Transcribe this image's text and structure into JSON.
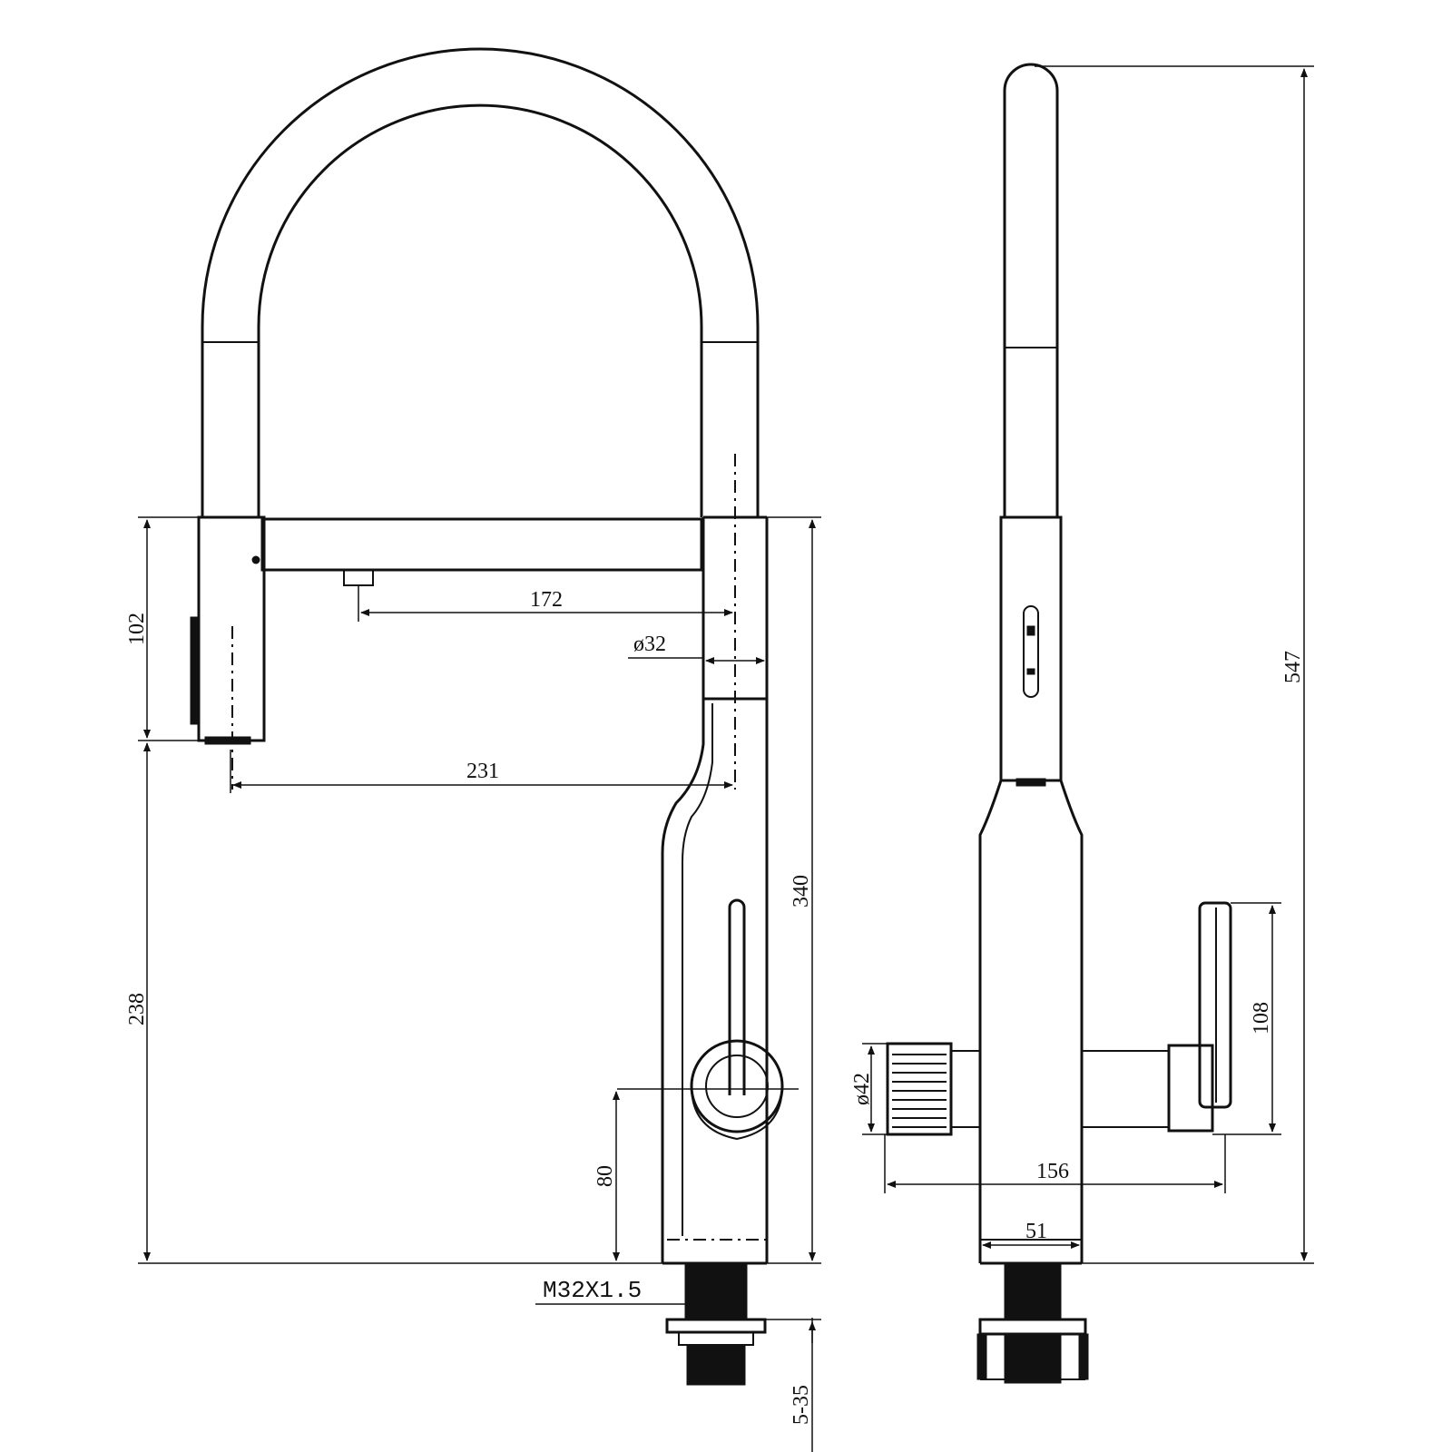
{
  "dimensions": {
    "spout_reach_upper": "172",
    "spout_reach_lower": "231",
    "body_diameter": "ø32",
    "head_height": "102",
    "spout_outlet_height": "238",
    "body_height": "340",
    "lever_axis_height": "80",
    "thread": "M32X1.5",
    "deck_thickness": "5-35",
    "total_height": "547",
    "side_diameter": "ø42",
    "handle_height": "108",
    "side_width": "156",
    "base_width": "51"
  },
  "colors": {
    "line": "#111111",
    "background": "#ffffff"
  }
}
